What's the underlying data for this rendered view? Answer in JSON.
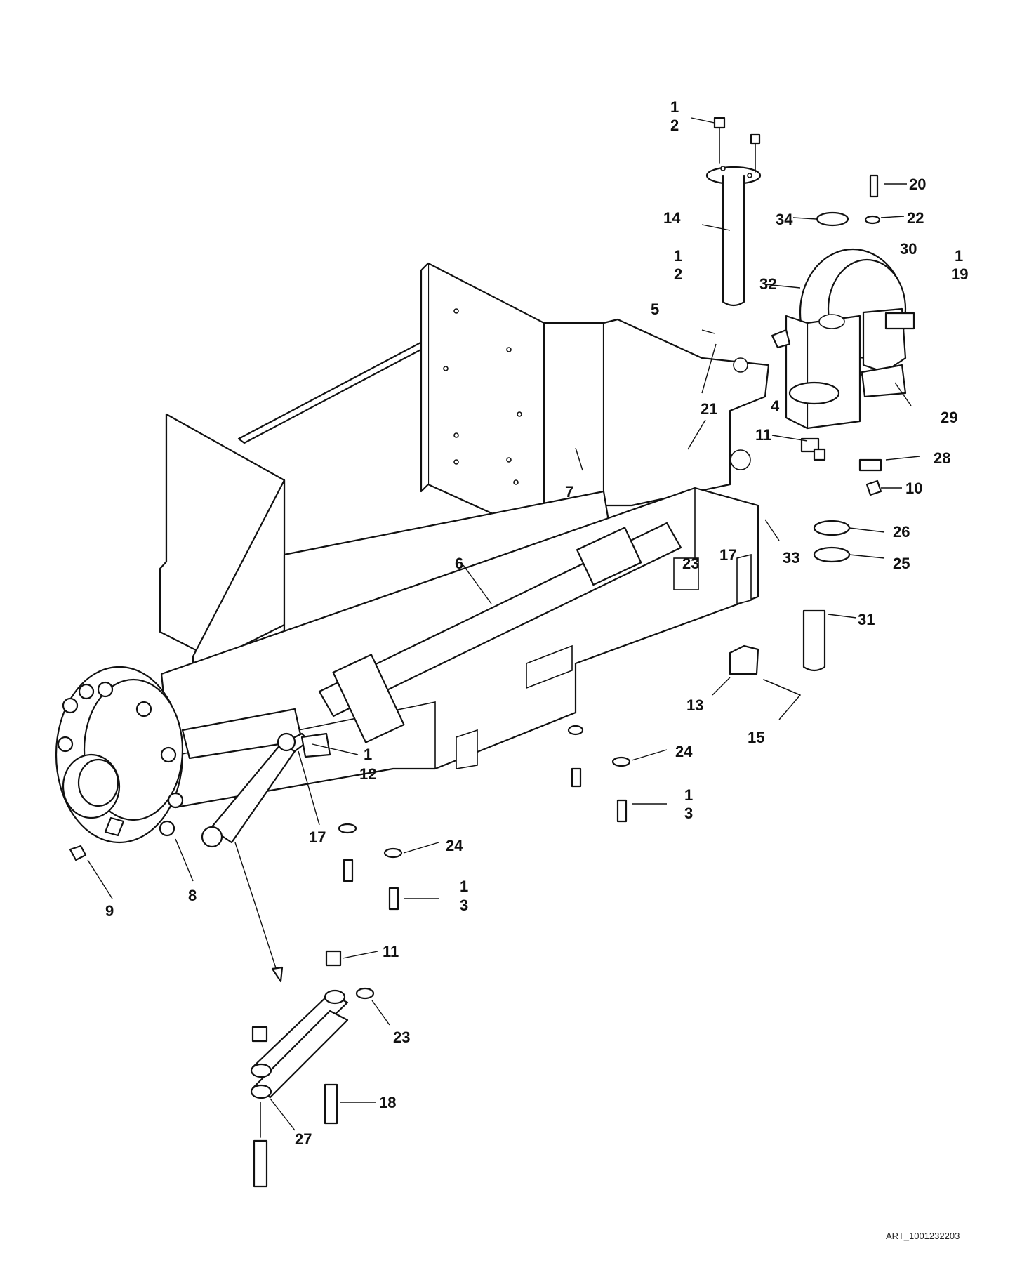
{
  "diagram": {
    "art_code": "ART_1001232203",
    "callouts": {
      "c1a": "1",
      "c2a": "2",
      "c20": "20",
      "c34": "34",
      "c22": "22",
      "c14": "14",
      "c30": "30",
      "c1b": "1",
      "c19": "19",
      "c1c": "1",
      "c2c": "2",
      "c32": "32",
      "c5": "5",
      "c4": "4",
      "c29": "29",
      "c21": "21",
      "c11a": "11",
      "c28": "28",
      "c10": "10",
      "c7": "7",
      "c26": "26",
      "c17a": "17",
      "c23a": "23",
      "c33": "33",
      "c25": "25",
      "c6": "6",
      "c31": "31",
      "c13": "13",
      "c15": "15",
      "c24a": "24",
      "c1d": "1",
      "c3a": "3",
      "c1e": "1",
      "c12": "12",
      "c17b": "17",
      "c24b": "24",
      "c1f": "1",
      "c3b": "3",
      "c9": "9",
      "c8": "8",
      "c11b": "11",
      "c23b": "23",
      "c18": "18",
      "c27": "27"
    }
  }
}
